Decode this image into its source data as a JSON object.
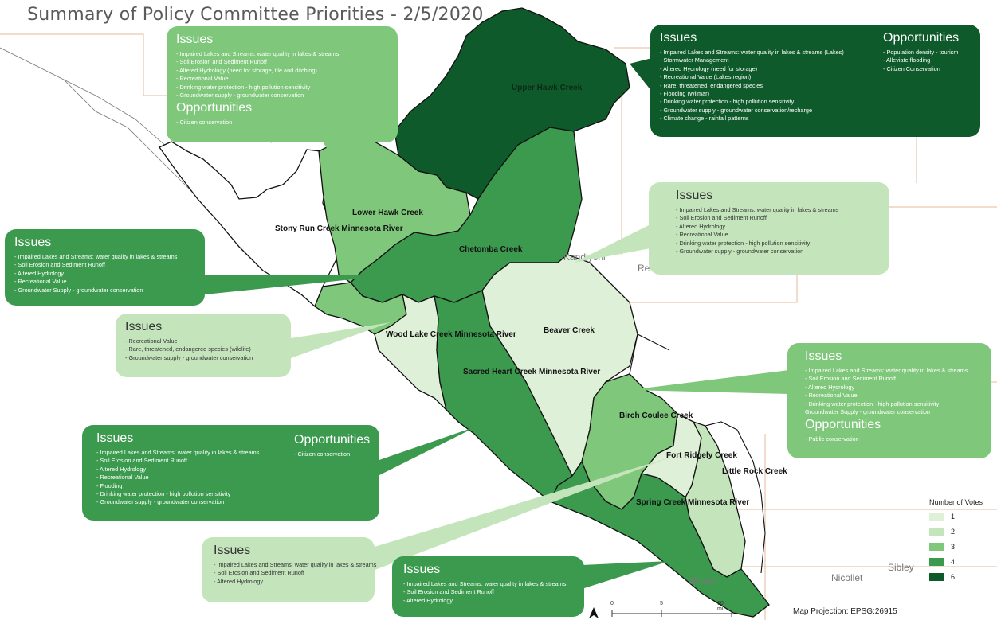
{
  "title": "Summary of Policy Committee Priorities - 2/5/2020",
  "colors": {
    "votes_1": "#dff0d8",
    "votes_2": "#c4e5bc",
    "votes_3": "#7fc77b",
    "votes_4": "#3c9a4f",
    "votes_6": "#0f5a2b",
    "boundary": "#111111",
    "county_line": "#e8b89a"
  },
  "watersheds": {
    "upper_hawk": "Upper Hawk Creek",
    "lower_hawk": "Lower Hawk Creek",
    "stony_run": "Stony Run Creek Minnesota River",
    "chetomba": "Chetomba Creek",
    "wood_lake": "Wood Lake Creek Minnesota River",
    "beaver": "Beaver Creek",
    "sacred_heart": "Sacred Heart Creek Minnesota River",
    "birch_coulee": "Birch Coulee Creek",
    "fort_ridgely": "Fort Ridgely Creek",
    "little_rock": "Little Rock Creek",
    "spring": "Spring Creek Minnesota River"
  },
  "place_labels": {
    "kandiyohi": "Kandiyohi",
    "renville": "Re",
    "sibley": "Sibley",
    "nicollet": "Nicollet",
    "brown": "Brown"
  },
  "callouts": {
    "lower_hawk": {
      "issues_heading": "Issues",
      "issues": [
        "- Impaired Lakes and Streams: water quality in lakes & streams",
        "- Soil Erosion and Sediment Runoff",
        "- Altered Hydrology (need for storage, tile and ditching)",
        "- Recreational Value",
        "- Drinking water protection - high pollution sensitivity",
        "- Groundwater supply - groundwater conservation"
      ],
      "opportunities_heading": "Opportunities",
      "opportunities": [
        "- Citizen conservation"
      ]
    },
    "upper_hawk": {
      "issues_heading": "Issues",
      "issues": [
        "- Impaired Lakes and Streams: water quality in lakes & streams (Lakes)",
        "- Stormwater Management",
        "- Altered Hydrology (need for storage)",
        "- Recreational Value (Lakes region)",
        "- Rare, threatened, endangered species",
        "- Flooding (Wilmar)",
        "- Drinking water protection - high pollution sensitivity",
        "- Groundwater supply - groundwater conservation/recharge",
        "- Climate change - rainfall patterns"
      ],
      "opportunities_heading": "Opportunities",
      "opportunities": [
        "- Population density - tourism",
        "- Alleviate flooding",
        "- Citizen Conservation"
      ]
    },
    "beaver": {
      "issues_heading": "Issues",
      "issues": [
        "- Impaired Lakes and Streams: water quality in lakes & streams",
        "- Soil Erosion and Sediment Runoff",
        "- Altered Hydrology",
        "- Recreational Value",
        "- Drinking water protection - high pollution sensitivity",
        "- Groundwater supply - groundwater conservation"
      ]
    },
    "chetomba": {
      "issues_heading": "Issues",
      "issues": [
        "- Impaired Lakes and Streams: water quality in lakes & streams",
        "- Soil Erosion and Sediment Runoff",
        "- Altered Hydrology",
        "- Recreational Value",
        "- Groundwater Supply - groundwater conservation"
      ]
    },
    "wood_lake": {
      "issues_heading": "Issues",
      "issues": [
        "- Recreational Value",
        "- Rare, threatened, endangered species (wildlife)",
        "- Groundwater supply - groundwater conservation"
      ]
    },
    "birch_coulee": {
      "issues_heading": "Issues",
      "issues": [
        "- Impaired Lakes and Streams: water quality in lakes & streams",
        "- Soil Erosion and Sediment Runoff",
        "- Altered Hydrology",
        "- Recreational Value",
        "- Drinking water protection - high pollution sensitivity",
        "Groundwater Supply - groundwater conservation"
      ],
      "opportunities_heading": "Opportunities",
      "opportunities": [
        "- Public conservation"
      ]
    },
    "sacred_heart": {
      "issues_heading": "Issues",
      "issues": [
        "- Impaired Lakes and Streams: water quality in lakes & streams",
        "- Soil Erosion and Sediment Runoff",
        "- Altered Hydrology",
        "- Recreational Value",
        "- Flooding",
        "- Drinking water protection - high pollution sensitivity",
        "- Groundwater supply - groundwater conservation"
      ],
      "opportunities_heading": "Opportunities",
      "opportunities": [
        "- Citizen conservation"
      ]
    },
    "fort_ridgely": {
      "issues_heading": "Issues",
      "issues": [
        "- Impaired Lakes and Streams: water quality in lakes & streams",
        "- Soil Erosion and Sediment Runoff",
        "- Altered Hydrology"
      ]
    },
    "spring": {
      "issues_heading": "Issues",
      "issues": [
        "- Impaired Lakes and Streams: water quality in lakes & streams",
        "- Soil Erosion and Sediment Runoff",
        "- Altered Hydrology"
      ]
    }
  },
  "legend": {
    "title": "Number of Votes",
    "items": [
      {
        "label": "1",
        "color": "#dff0d8"
      },
      {
        "label": "2",
        "color": "#c4e5bc"
      },
      {
        "label": "3",
        "color": "#7fc77b"
      },
      {
        "label": "4",
        "color": "#3c9a4f"
      },
      {
        "label": "6",
        "color": "#0f5a2b"
      }
    ]
  },
  "scale_bar": {
    "ticks": [
      "0",
      "5",
      "10 mi"
    ]
  },
  "north_arrow": "A",
  "projection": "Map Projection: EPSG:26915"
}
